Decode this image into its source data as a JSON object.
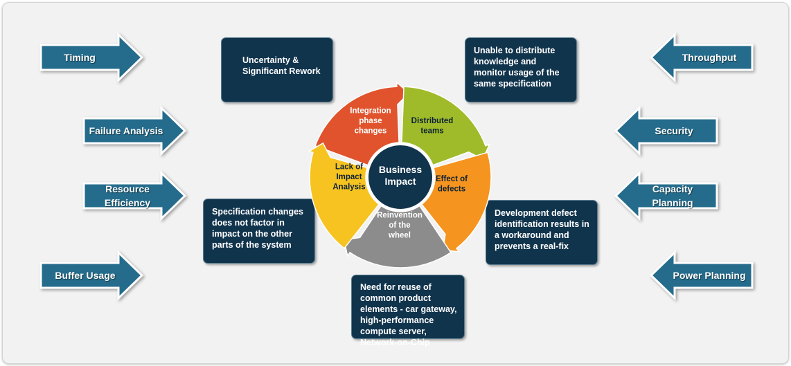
{
  "colors": {
    "arrow_fill": "#256c8c",
    "arrow_border": "#ffffff",
    "box_fill": "#11344d",
    "center_fill": "#11344d",
    "seg_integration": "#e0532c",
    "seg_distributed": "#9fbb2a",
    "seg_effect": "#f5941e",
    "seg_reinvention": "#8c8c8c",
    "seg_lack": "#f6c320"
  },
  "left_arrows": [
    {
      "label": "Timing"
    },
    {
      "label": "Failure Analysis"
    },
    {
      "label": "Resource Efficiency"
    },
    {
      "label": "Buffer Usage"
    }
  ],
  "right_arrows": [
    {
      "label": "Throughput"
    },
    {
      "label": "Security"
    },
    {
      "label": "Capacity Planning"
    },
    {
      "label": "Power Planning"
    }
  ],
  "boxes": {
    "uncertainty": "Uncertainty & Significant Rework",
    "distribute": "Unable to distribute knowledge and monitor usage of the same specification",
    "spec_changes": "Specification changes does not factor in impact on the other parts of the system",
    "dev_defect": "Development defect identification results in a workaround and prevents a real-fix",
    "reuse": "Need for reuse of common product elements - car gateway, high-performance compute server, Network-on-Chip"
  },
  "wheel": {
    "center_line1": "Business",
    "center_line2": "Impact",
    "segments": {
      "integration": [
        "Integration",
        "phase",
        "changes"
      ],
      "distributed": [
        "Distributed",
        "teams"
      ],
      "effect": [
        "Effect of",
        "defects"
      ],
      "reinvention": [
        "Reinvention",
        "of the",
        "wheel"
      ],
      "lack": [
        "Lack of",
        "Impact",
        "Analysis"
      ]
    }
  }
}
